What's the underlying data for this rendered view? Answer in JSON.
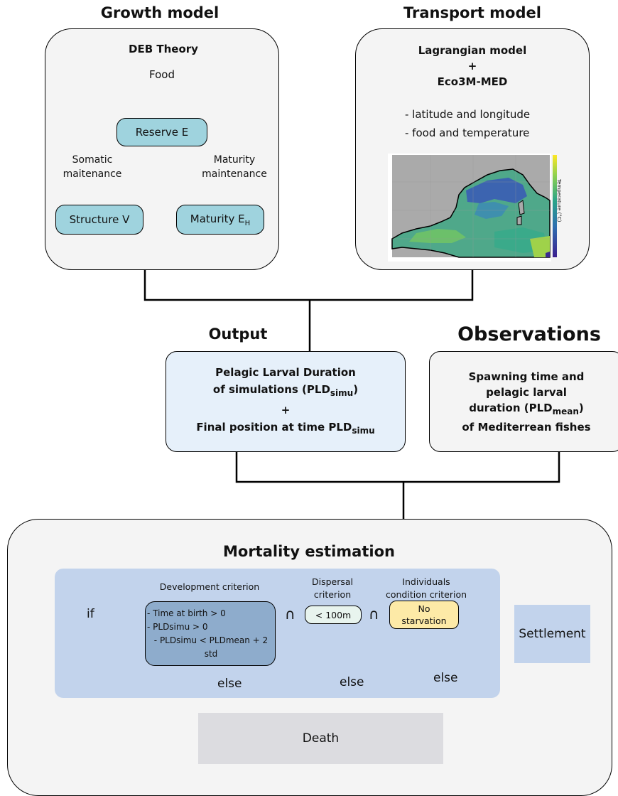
{
  "growth": {
    "heading": "Growth model",
    "theory": "DEB Theory",
    "food": "Food",
    "reserve": "Reserve E",
    "somatic": [
      "Somatic",
      "maitenance"
    ],
    "maturity_maint": [
      "Maturity",
      "maintenance"
    ],
    "structure": "Structure V",
    "maturity_label": "Maturity E",
    "maturity_sub": "H"
  },
  "transport": {
    "heading": "Transport model",
    "line1": "Lagrangian model",
    "plus": "+",
    "line2": "Eco3M-MED",
    "bullet1": "- latitude and longitude",
    "bullet2": "- food and temperature",
    "colorbar_label": "Temperature (°C)"
  },
  "output": {
    "heading": "Output",
    "line1": "Pelagic Larval Duration",
    "line2_a": "of simulations (PLD",
    "line2_sub": "simu",
    "line2_b": ")",
    "plus": "+",
    "line3_a": "Final position at time PLD",
    "line3_sub": "simu"
  },
  "observations": {
    "heading": "Observations",
    "line1": "Spawning time and",
    "line2": "pelagic larval",
    "line3_a": "duration (PLD",
    "line3_sub": "mean",
    "line3_b": ")",
    "line4": "of Mediterrean fishes"
  },
  "mortality": {
    "heading": "Mortality estimation",
    "dev_title": "Development criterion",
    "disp_title": [
      "Dispersal",
      "criterion"
    ],
    "cond_title": [
      "Individuals",
      "condition criterion"
    ],
    "if": "if",
    "dev_items": [
      "- Time at birth > 0",
      "- PLDsimu > 0",
      "- PLDsimu < PLDmean + 2 std"
    ],
    "intersect": "∩",
    "dispersal": "< 100m",
    "starvation": [
      "No",
      "starvation"
    ],
    "settlement": "Settlement",
    "else": "else",
    "death": "Death"
  },
  "colors": {
    "teal": "#9fd3de",
    "panel": "#f4f4f4",
    "output_box": "#e6f0fa",
    "criteria_bg": "#c2d3ec",
    "dev_box": "#8eaccc",
    "settlement": "#c2d3ec",
    "starvation": "#fdeaa7",
    "death": "#dcdce0"
  }
}
